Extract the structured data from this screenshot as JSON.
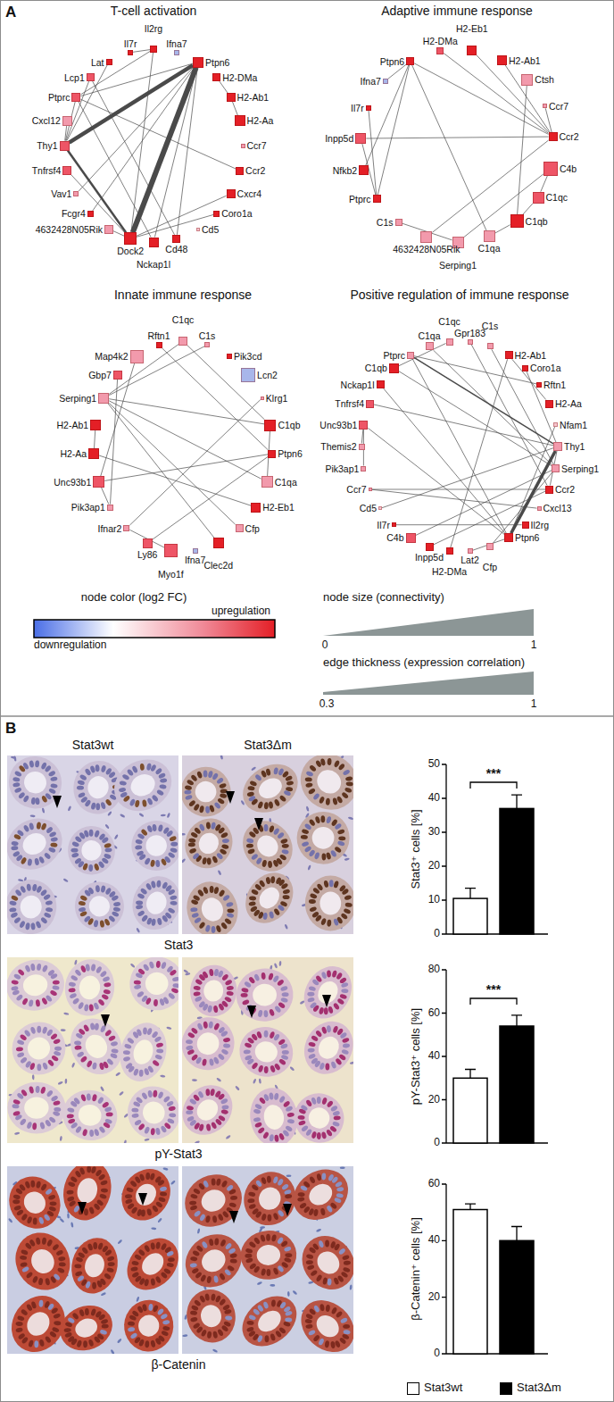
{
  "diagram": {
    "nodes": [
      {
        "text": [
          "Il2rg"
        ]
      },
      {
        "text": [
          "Ifna7"
        ]
      },
      {
        "text": [
          "Ptpn6"
        ]
      },
      {
        "text": [
          "H2-DMa"
        ]
      },
      {
        "text": [
          "H2-Ab1"
        ]
      },
      {
        "text": [
          "H2-Aa"
        ]
      },
      {
        "text": [
          "Ccr7"
        ]
      },
      {
        "text": [
          "Ccr2"
        ]
      },
      {
        "text": [
          "Cxcr4"
        ]
      },
      {
        "text": [
          "Coro1a"
        ]
      },
      {
        "text": [
          "Cd5"
        ]
      },
      {
        "text": [
          "Cd48"
        ]
      },
      {
        "text": [
          "Nckap1l"
        ]
      },
      {
        "text": [
          "Dock2"
        ]
      },
      {
        "text": [
          "4632428N05Rik"
        ]
      },
      {
        "text": [
          "Fcgr4"
        ]
      },
      {
        "text": [
          "Vav1"
        ]
      },
      {
        "text": [
          "Tnfrsf4"
        ]
      },
      {
        "text": [
          "Thy1"
        ]
      },
      {
        "text": [
          "Cxcl12"
        ]
      },
      {
        "text": [
          "Ptprc"
        ]
      },
      {
        "text": [
          "Lcp1"
        ]
      },
      {
        "text": [
          "Lat"
        ]
      },
      {
        "text": [
          "Il7r"
        ]
      },
      {
        "text": [
          "H2-DMa"
        ]
      },
      {
        "text": [
          "H2-Eb1"
        ]
      },
      {
        "text": [
          "H2-Ab1"
        ]
      },
      {
        "text": [
          "Ctsh"
        ]
      },
      {
        "text": [
          "Ccr7"
        ]
      },
      {
        "text": [
          "Ccr2"
        ]
      },
      {
        "text": [
          "C4b"
        ]
      },
      {
        "text": [
          "C1qc"
        ]
      },
      {
        "text": [
          "C1qb"
        ]
      },
      {
        "text": [
          "C1qa"
        ]
      },
      {
        "text": [
          "Serping1"
        ]
      },
      {
        "text": [
          "4632428N05Rik"
        ]
      },
      {
        "text": [
          "C1s"
        ]
      },
      {
        "text": [
          "Ptprc"
        ]
      },
      {
        "text": [
          "Nfkb2"
        ]
      },
      {
        "text": [
          "Inpp5d"
        ]
      },
      {
        "text": [
          "Il7r"
        ]
      },
      {
        "text": [
          "Ifna7"
        ]
      },
      {
        "text": [
          "Ptpn6"
        ]
      },
      {
        "text": [
          "C1qc"
        ]
      },
      {
        "text": [
          "C1s"
        ]
      },
      {
        "text": [
          "Pik3cd"
        ]
      },
      {
        "text": [
          "Lcn2"
        ]
      },
      {
        "text": [
          "Klrg1"
        ]
      },
      {
        "text": [
          "C1qb"
        ]
      },
      {
        "text": [
          "Ptpn6"
        ]
      },
      {
        "text": [
          "C1qa"
        ]
      },
      {
        "text": [
          "H2-Eb1"
        ]
      },
      {
        "text": [
          "Cfp"
        ]
      },
      {
        "text": [
          "Clec2d"
        ]
      },
      {
        "text": [
          "Ifna7"
        ]
      },
      {
        "text": [
          "Myo1f"
        ]
      },
      {
        "text": [
          "Ly86"
        ]
      },
      {
        "text": [
          "Ifnar2"
        ]
      },
      {
        "text": [
          "Pik3ap1"
        ]
      },
      {
        "text": [
          "Unc93b1"
        ]
      },
      {
        "text": [
          "H2-Aa"
        ]
      },
      {
        "text": [
          "H2-Ab1"
        ]
      },
      {
        "text": [
          "Serping1"
        ]
      },
      {
        "text": [
          "Gbp7"
        ]
      },
      {
        "text": [
          "Map4k2"
        ]
      },
      {
        "text": [
          "Rftn1"
        ]
      },
      {
        "text": [
          "Gpr183"
        ]
      },
      {
        "text": [
          "C1s"
        ]
      },
      {
        "text": [
          "H2-Ab1"
        ]
      },
      {
        "text": [
          "Coro1a"
        ]
      },
      {
        "text": [
          "Rftn1"
        ]
      },
      {
        "text": [
          "H2-Aa"
        ]
      },
      {
        "text": [
          "Nfam1"
        ]
      },
      {
        "text": [
          "Thy1"
        ]
      },
      {
        "text": [
          "Serping1"
        ]
      },
      {
        "text": [
          "Ccr2"
        ]
      },
      {
        "text": [
          "Cxcl13"
        ]
      },
      {
        "text": [
          "Il2rg"
        ]
      },
      {
        "text": [
          "Ptpn6"
        ]
      },
      {
        "text": [
          "Cfp"
        ]
      },
      {
        "text": [
          "Lat2"
        ]
      },
      {
        "text": [
          "H2-DMa"
        ]
      },
      {
        "text": [
          "Inpp5d"
        ]
      },
      {
        "text": [
          "C4b"
        ]
      },
      {
        "text": [
          "Il7r"
        ]
      },
      {
        "text": [
          "Cd5"
        ]
      },
      {
        "text": [
          "Ccr7"
        ]
      },
      {
        "text": [
          "Pik3ap1"
        ]
      },
      {
        "text": [
          "Themis2"
        ]
      },
      {
        "text": [
          "Unc93b1"
        ]
      },
      {
        "text": [
          "Tnfrsf4"
        ]
      },
      {
        "text": [
          "Nckap1l"
        ]
      },
      {
        "text": [
          "C1qb"
        ]
      },
      {
        "text": [
          "Ptprc"
        ]
      },
      {
        "text": [
          "C1qa"
        ]
      },
      {
        "text": [
          "C1qc"
        ]
      }
    ],
    "edges": [
      {
        "from": 2,
        "to": 13,
        "arrow": "none"
      },
      {
        "from": 2,
        "to": 18,
        "arrow": "none"
      },
      {
        "from": 18,
        "to": 13,
        "arrow": "none"
      },
      {
        "from": 2,
        "to": 20,
        "arrow": "none"
      },
      {
        "from": 2,
        "to": 11,
        "arrow": "none"
      },
      {
        "from": 2,
        "to": 12,
        "arrow": "none"
      },
      {
        "from": 18,
        "to": 20,
        "arrow": "none"
      },
      {
        "from": 18,
        "to": 21,
        "arrow": "none"
      },
      {
        "from": 18,
        "to": 19,
        "arrow": "none"
      },
      {
        "from": 0,
        "to": 13,
        "arrow": "none"
      },
      {
        "from": 0,
        "to": 20,
        "arrow": "none"
      },
      {
        "from": 22,
        "to": 18,
        "arrow": "none"
      },
      {
        "from": 4,
        "to": 5,
        "arrow": "none"
      },
      {
        "from": 3,
        "to": 4,
        "arrow": "none"
      },
      {
        "from": 17,
        "to": 13,
        "arrow": "none"
      },
      {
        "from": 16,
        "to": 2,
        "arrow": "none"
      },
      {
        "from": 23,
        "to": 0,
        "arrow": "none"
      },
      {
        "from": 8,
        "to": 13,
        "arrow": "none"
      },
      {
        "from": 7,
        "to": 20,
        "arrow": "none"
      },
      {
        "from": 9,
        "to": 13,
        "arrow": "none"
      },
      {
        "from": 14,
        "to": 13,
        "arrow": "none"
      },
      {
        "from": 15,
        "to": 2,
        "arrow": "none"
      },
      {
        "from": 12,
        "to": 20,
        "arrow": "none"
      },
      {
        "from": 11,
        "to": 21,
        "arrow": "none"
      },
      {
        "from": 42,
        "to": 29,
        "arrow": "none"
      },
      {
        "from": 42,
        "to": 37,
        "arrow": "none"
      },
      {
        "from": 42,
        "to": 33,
        "arrow": "none"
      },
      {
        "from": 39,
        "to": 29,
        "arrow": "none"
      },
      {
        "from": 39,
        "to": 37,
        "arrow": "none"
      },
      {
        "from": 24,
        "to": 29,
        "arrow": "none"
      },
      {
        "from": 25,
        "to": 29,
        "arrow": "none"
      },
      {
        "from": 26,
        "to": 29,
        "arrow": "none"
      },
      {
        "from": 28,
        "to": 29,
        "arrow": "none"
      },
      {
        "from": 30,
        "to": 31,
        "arrow": "none"
      },
      {
        "from": 31,
        "to": 32,
        "arrow": "none"
      },
      {
        "from": 32,
        "to": 33,
        "arrow": "none"
      },
      {
        "from": 36,
        "to": 34,
        "arrow": "none"
      },
      {
        "from": 34,
        "to": 30,
        "arrow": "none"
      },
      {
        "from": 35,
        "to": 29,
        "arrow": "none"
      },
      {
        "from": 41,
        "to": 42,
        "arrow": "none"
      },
      {
        "from": 38,
        "to": 42,
        "arrow": "none"
      },
      {
        "from": 40,
        "to": 37,
        "arrow": "none"
      },
      {
        "from": 27,
        "to": 32,
        "arrow": "none"
      },
      {
        "from": 62,
        "to": 50,
        "arrow": "none"
      },
      {
        "from": 62,
        "to": 48,
        "arrow": "none"
      },
      {
        "from": 62,
        "to": 43,
        "arrow": "none"
      },
      {
        "from": 61,
        "to": 60,
        "arrow": "none"
      },
      {
        "from": 60,
        "to": 51,
        "arrow": "none"
      },
      {
        "from": 59,
        "to": 58,
        "arrow": "none"
      },
      {
        "from": 59,
        "to": 49,
        "arrow": "none"
      },
      {
        "from": 50,
        "to": 48,
        "arrow": "none"
      },
      {
        "from": 43,
        "to": 48,
        "arrow": "none"
      },
      {
        "from": 56,
        "to": 49,
        "arrow": "none"
      },
      {
        "from": 55,
        "to": 57,
        "arrow": "none"
      },
      {
        "from": 53,
        "to": 62,
        "arrow": "none"
      },
      {
        "from": 52,
        "to": 62,
        "arrow": "none"
      },
      {
        "from": 64,
        "to": 59,
        "arrow": "none"
      },
      {
        "from": 63,
        "to": 58,
        "arrow": "none"
      },
      {
        "from": 65,
        "to": 49,
        "arrow": "none"
      },
      {
        "from": 44,
        "to": 62,
        "arrow": "none"
      },
      {
        "from": 47,
        "to": 57,
        "arrow": "none"
      },
      {
        "from": 73,
        "to": 78,
        "arrow": "none"
      },
      {
        "from": 73,
        "to": 93,
        "arrow": "none"
      },
      {
        "from": 73,
        "to": 75,
        "arrow": "none"
      },
      {
        "from": 78,
        "to": 93,
        "arrow": "none"
      },
      {
        "from": 78,
        "to": 91,
        "arrow": "none"
      },
      {
        "from": 74,
        "to": 94,
        "arrow": "none"
      },
      {
        "from": 74,
        "to": 92,
        "arrow": "none"
      },
      {
        "from": 74,
        "to": 67,
        "arrow": "none"
      },
      {
        "from": 71,
        "to": 68,
        "arrow": "none"
      },
      {
        "from": 68,
        "to": 81,
        "arrow": "none"
      },
      {
        "from": 89,
        "to": 87,
        "arrow": "none"
      },
      {
        "from": 89,
        "to": 78,
        "arrow": "none"
      },
      {
        "from": 90,
        "to": 73,
        "arrow": "none"
      },
      {
        "from": 82,
        "to": 75,
        "arrow": "none"
      },
      {
        "from": 84,
        "to": 77,
        "arrow": "none"
      },
      {
        "from": 86,
        "to": 75,
        "arrow": "none"
      },
      {
        "from": 69,
        "to": 73,
        "arrow": "none"
      },
      {
        "from": 70,
        "to": 93,
        "arrow": "none"
      },
      {
        "from": 76,
        "to": 86,
        "arrow": "none"
      },
      {
        "from": 79,
        "to": 74,
        "arrow": "none"
      },
      {
        "from": 80,
        "to": 78,
        "arrow": "none"
      },
      {
        "from": 83,
        "to": 74,
        "arrow": "none"
      },
      {
        "from": 85,
        "to": 73,
        "arrow": "none"
      },
      {
        "from": 88,
        "to": 89,
        "arrow": "none"
      },
      {
        "from": 72,
        "to": 78,
        "arrow": "none"
      },
      {
        "from": 66,
        "to": 75,
        "arrow": "none"
      },
      {
        "from": 95,
        "to": 92,
        "arrow": "none"
      }
    ],
    "labels": [
      "A",
      "T-cell activation",
      "Adaptive immune response",
      "Innate immune response",
      "Positive regulation of immune response",
      "node color (log2 FC)",
      "upregulation",
      "downregulation",
      "node size (connectivity)",
      "0",
      "1",
      "edge thickness (expression correlation)",
      "0.3",
      "1",
      "B",
      "Stat3wt",
      "Stat3Δm",
      "Stat3",
      "pY-Stat3",
      "β-Catenin",
      "Stat3⁺ cells [%]",
      "0",
      "10",
      "20",
      "30",
      "40",
      "50",
      "***",
      "pY-Stat3⁺ cells [%]",
      "0",
      "20",
      "40",
      "60",
      "80",
      "***",
      "β-Catenin⁺ cells [%]",
      "0",
      "20",
      "40",
      "60"
    ],
    "legend": [
      {
        "text": "Stat3wt",
        "color": "#ffffff"
      },
      {
        "text": "Stat3Δm",
        "color": "#000000"
      }
    ]
  }
}
